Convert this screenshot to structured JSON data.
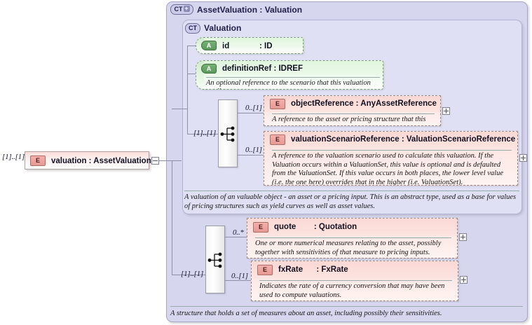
{
  "diagram": {
    "kind": "xsd-schema-diagram",
    "colors": {
      "outer_container_fill": "#d6d6ee",
      "inner_container_fill": "#e0e0f4",
      "attribute_fill": "#dff5dd",
      "element_fill": "#fbdfdc",
      "connector_line": "#8f8fa8"
    }
  },
  "root_element": {
    "badge": "E",
    "badge_name": "element-badge",
    "label": "valuation : AssetValuation",
    "cardinality": "[1]..[1]",
    "expander": "minus"
  },
  "outer_type": {
    "badge": "CT",
    "badge_plus": "+",
    "title": "AssetValuation : Valuation",
    "description": "A structure that holds a set of measures about an asset, including possibly their sensitivities."
  },
  "inner_type": {
    "badge": "CT",
    "title": "Valuation",
    "description": "A valuation of an valuable object - an asset or a pricing input. This is an abstract type, used as a base for values of pricing structures such as yield curves as well as asset values."
  },
  "attributes": [
    {
      "badge": "A",
      "name": "id",
      "separator": ": ID",
      "description": ""
    },
    {
      "badge": "A",
      "name": "definitionRef : IDREF",
      "separator": "",
      "description": "An optional reference to the scenario that this valuation applies to."
    }
  ],
  "sequences": [
    {
      "name": "sequence-upper",
      "cardinality": "[1]..[1]"
    },
    {
      "name": "sequence-lower",
      "cardinality": "[1]..[1]"
    }
  ],
  "elements": [
    {
      "badge": "E",
      "name": "objectReference : AnyAssetReference",
      "cardinality": "0..[1]",
      "description": "A reference to the asset or pricing structure that this values.",
      "expander": "plus"
    },
    {
      "badge": "E",
      "name": "valuationScenarioReference : ValuationScenarioReference",
      "cardinality": "0..[1]",
      "description": "A reference to the valuation scenario used to calculate this valuation. If the Valuation occurs within a ValuationSet, this value is optional and is defaulted from the ValuationSet. If this value occurs in both places, the lower level value (i.e. the one here) overrides that in the higher (i.e. ValuationSet).",
      "expander": "plus"
    },
    {
      "badge": "E",
      "name": "quote        : Quotation",
      "cardinality": "0..*",
      "description": "One or more numerical measures relating to the asset, possibly together with sensitivities of that measure to pricing inputs.",
      "expander": "plus"
    },
    {
      "badge": "E",
      "name": "fxRate      : FxRate",
      "cardinality": "0..[1]",
      "description": "Indicates the rate of a currency conversion that may have been used to compute valuations.",
      "expander": "plus"
    }
  ]
}
